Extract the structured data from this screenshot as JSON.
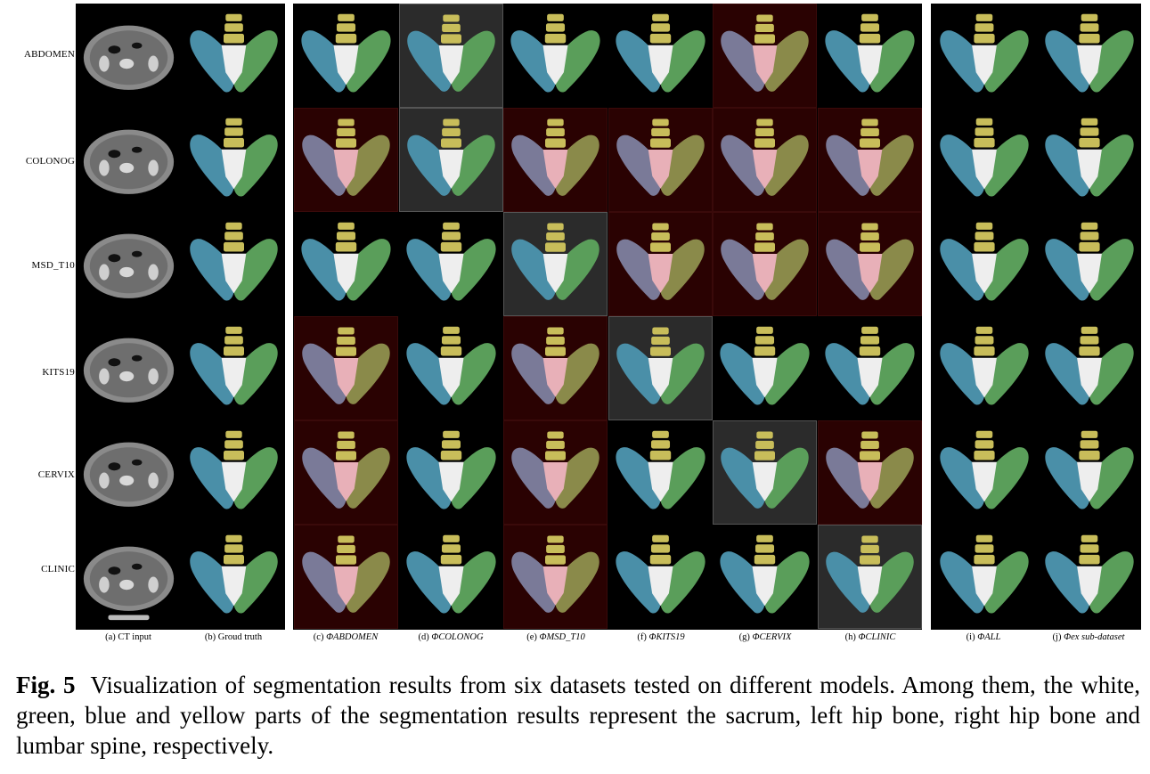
{
  "figure": {
    "row_labels": [
      "ABDOMEN",
      "COLONOG",
      "MSD_T10",
      "KITS19",
      "CERVIX",
      "CLINIC"
    ],
    "column_labels": [
      {
        "prefix": "(a) CT input",
        "italic": ""
      },
      {
        "prefix": "(b) Groud truth",
        "italic": ""
      },
      {
        "prefix": "(c) ",
        "italic": "ΦABDOMEN"
      },
      {
        "prefix": "(d) ",
        "italic": "ΦCOLONOG"
      },
      {
        "prefix": "(e) ",
        "italic": "ΦMSD_T10"
      },
      {
        "prefix": "(f) ",
        "italic": "ΦKITS19"
      },
      {
        "prefix": "(g) ",
        "italic": "ΦCERVIX"
      },
      {
        "prefix": "(h) ",
        "italic": "ΦCLINIC"
      },
      {
        "prefix": "(i) ",
        "italic": "ΦALL"
      },
      {
        "prefix": "(j) ",
        "italic": "Φex sub-dataset"
      }
    ],
    "cell_states": [
      [
        "good",
        "highlight",
        "good",
        "good",
        "bad",
        "good",
        "bad"
      ],
      [
        "bad",
        "highlight",
        "bad",
        "bad",
        "bad",
        "bad",
        "good"
      ],
      [
        "good",
        "good",
        "highlight",
        "bad",
        "bad",
        "bad",
        "good"
      ],
      [
        "bad",
        "good",
        "bad",
        "highlight",
        "good",
        "good",
        "good"
      ],
      [
        "bad",
        "good",
        "bad",
        "good",
        "highlight",
        "bad",
        "good"
      ],
      [
        "bad",
        "good",
        "bad",
        "good",
        "good",
        "highlight",
        "good"
      ]
    ],
    "colors": {
      "sacrum": "#eeeeee",
      "left_hip": "#5a9e5a",
      "right_hip": "#4a8fa8",
      "lumbar": "#c8bd5a",
      "error_pink": "#e8b0b8",
      "error_olive": "#8a8a4a"
    }
  },
  "caption": {
    "label": "Fig. 5",
    "text": "Visualization of segmentation results from six datasets tested on different models. Among them, the white, green, blue and yellow parts of the segmentation results represent the sacrum, left hip bone, right hip bone and lumbar spine, respectively."
  }
}
